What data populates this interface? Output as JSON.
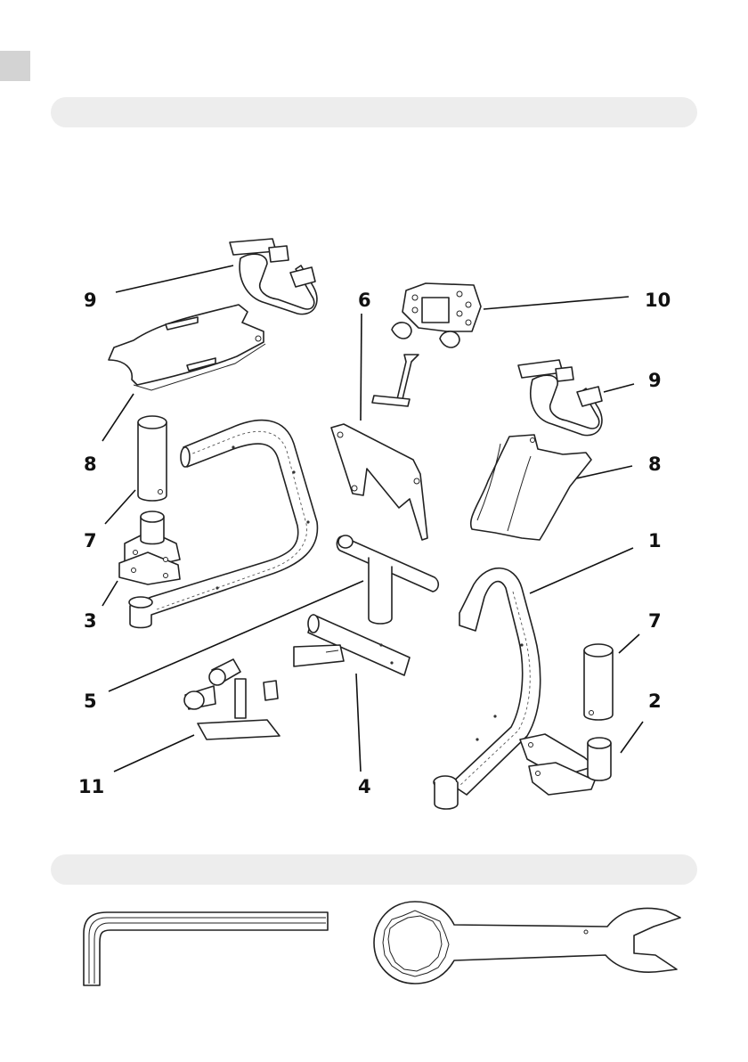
{
  "parts_callouts": [
    "9",
    "6",
    "10",
    "9",
    "8",
    "8",
    "7",
    "1",
    "7",
    "3",
    "5",
    "2",
    "11",
    "4"
  ],
  "tools": [
    "hex-key",
    "combination-spanner"
  ]
}
